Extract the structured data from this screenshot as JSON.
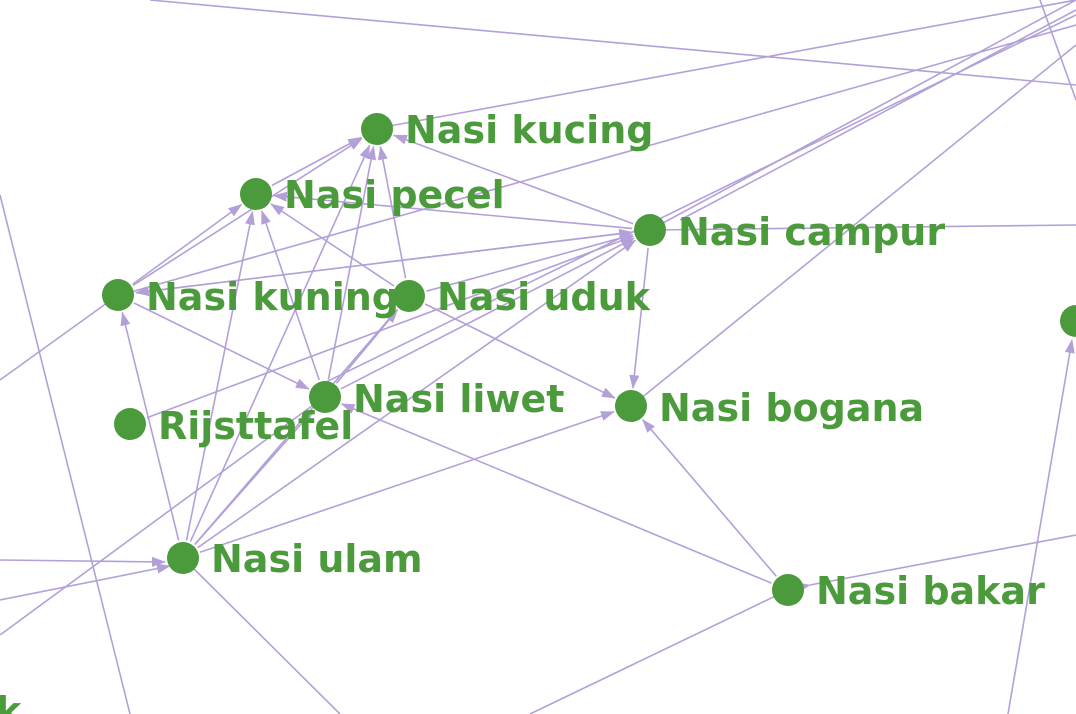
{
  "colors": {
    "node": "#4b9a3c",
    "label": "#4b9a3c",
    "edge": "#b4a0d8",
    "background": "#ffffff"
  },
  "nodes": [
    {
      "id": "kucing",
      "label": "Nasi kucing"
    },
    {
      "id": "pecel",
      "label": "Nasi pecel"
    },
    {
      "id": "campur",
      "label": "Nasi campur"
    },
    {
      "id": "kuning",
      "label": "Nasi kuning"
    },
    {
      "id": "uduk",
      "label": "Nasi uduk"
    },
    {
      "id": "liwet",
      "label": "Nasi liwet"
    },
    {
      "id": "bogana",
      "label": "Nasi bogana"
    },
    {
      "id": "rijsttafel",
      "label": "Rijsttafel"
    },
    {
      "id": "ulam",
      "label": "Nasi ulam"
    },
    {
      "id": "bakar",
      "label": "Nasi bakar"
    },
    {
      "id": "edge-right",
      "label": ""
    },
    {
      "id": "edge-bottom-left",
      "label": "k"
    }
  ],
  "edges": [
    {
      "from": "pecel",
      "to": "kucing"
    },
    {
      "from": "kuning",
      "to": "kucing"
    },
    {
      "from": "kuning",
      "to": "pecel"
    },
    {
      "from": "campur",
      "to": "pecel"
    },
    {
      "from": "campur",
      "to": "kucing"
    },
    {
      "from": "campur",
      "to": "kuning"
    },
    {
      "from": "uduk",
      "to": "kucing"
    },
    {
      "from": "uduk",
      "to": "pecel"
    },
    {
      "from": "uduk",
      "to": "campur"
    },
    {
      "from": "uduk",
      "to": "bogana"
    },
    {
      "from": "kuning",
      "to": "liwet"
    },
    {
      "from": "kuning",
      "to": "campur"
    },
    {
      "from": "liwet",
      "to": "pecel"
    },
    {
      "from": "liwet",
      "to": "kucing"
    },
    {
      "from": "liwet",
      "to": "campur"
    },
    {
      "from": "liwet",
      "to": "uduk"
    },
    {
      "from": "ulam",
      "to": "kuning"
    },
    {
      "from": "ulam",
      "to": "pecel"
    },
    {
      "from": "ulam",
      "to": "kucing"
    },
    {
      "from": "ulam",
      "to": "uduk"
    },
    {
      "from": "ulam",
      "to": "campur"
    },
    {
      "from": "ulam",
      "to": "bogana"
    },
    {
      "from": "ulam",
      "to": "liwet"
    },
    {
      "from": "bakar",
      "to": "bogana"
    },
    {
      "from": "bakar",
      "to": "liwet"
    },
    {
      "from": "campur",
      "to": "bogana"
    },
    {
      "from": "rijsttafel",
      "to": "campur"
    }
  ]
}
